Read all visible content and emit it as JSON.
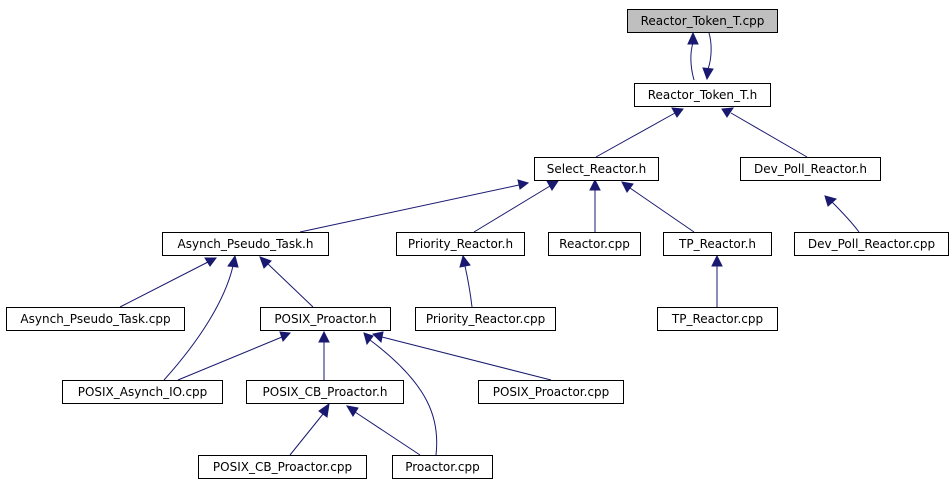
{
  "diagram": {
    "colors": {
      "edge": "#191970",
      "node_border": "#000000",
      "node_fill": "#ffffff",
      "root_fill": "#bfbfbf",
      "text": "#000000"
    },
    "nodes": [
      {
        "id": "reactor_token_t_cpp",
        "label": "Reactor_Token_T.cpp",
        "root": true
      },
      {
        "id": "reactor_token_t_h",
        "label": "Reactor_Token_T.h"
      },
      {
        "id": "select_reactor_h",
        "label": "Select_Reactor.h"
      },
      {
        "id": "dev_poll_reactor_h",
        "label": "Dev_Poll_Reactor.h"
      },
      {
        "id": "asynch_pseudo_task_h",
        "label": "Asynch_Pseudo_Task.h"
      },
      {
        "id": "priority_reactor_h",
        "label": "Priority_Reactor.h"
      },
      {
        "id": "reactor_cpp",
        "label": "Reactor.cpp"
      },
      {
        "id": "tp_reactor_h",
        "label": "TP_Reactor.h"
      },
      {
        "id": "dev_poll_reactor_cpp",
        "label": "Dev_Poll_Reactor.cpp"
      },
      {
        "id": "asynch_pseudo_task_cpp",
        "label": "Asynch_Pseudo_Task.cpp"
      },
      {
        "id": "posix_proactor_h",
        "label": "POSIX_Proactor.h"
      },
      {
        "id": "priority_reactor_cpp",
        "label": "Priority_Reactor.cpp"
      },
      {
        "id": "tp_reactor_cpp",
        "label": "TP_Reactor.cpp"
      },
      {
        "id": "posix_asynch_io_cpp",
        "label": "POSIX_Asynch_IO.cpp"
      },
      {
        "id": "posix_cb_proactor_h",
        "label": "POSIX_CB_Proactor.h"
      },
      {
        "id": "posix_proactor_cpp",
        "label": "POSIX_Proactor.cpp"
      },
      {
        "id": "posix_cb_proactor_cpp",
        "label": "POSIX_CB_Proactor.cpp"
      },
      {
        "id": "proactor_cpp",
        "label": "Proactor.cpp"
      }
    ],
    "edges": [
      {
        "from": "reactor_token_t_h",
        "to": "reactor_token_t_cpp"
      },
      {
        "from": "reactor_token_t_cpp",
        "to": "reactor_token_t_h"
      },
      {
        "from": "select_reactor_h",
        "to": "reactor_token_t_h"
      },
      {
        "from": "dev_poll_reactor_h",
        "to": "reactor_token_t_h"
      },
      {
        "from": "asynch_pseudo_task_h",
        "to": "select_reactor_h"
      },
      {
        "from": "priority_reactor_h",
        "to": "select_reactor_h"
      },
      {
        "from": "reactor_cpp",
        "to": "select_reactor_h"
      },
      {
        "from": "tp_reactor_h",
        "to": "select_reactor_h"
      },
      {
        "from": "dev_poll_reactor_cpp",
        "to": "dev_poll_reactor_h"
      },
      {
        "from": "asynch_pseudo_task_cpp",
        "to": "asynch_pseudo_task_h"
      },
      {
        "from": "posix_asynch_io_cpp",
        "to": "asynch_pseudo_task_h"
      },
      {
        "from": "posix_proactor_h",
        "to": "asynch_pseudo_task_h"
      },
      {
        "from": "priority_reactor_cpp",
        "to": "priority_reactor_h"
      },
      {
        "from": "tp_reactor_cpp",
        "to": "tp_reactor_h"
      },
      {
        "from": "posix_asynch_io_cpp",
        "to": "posix_proactor_h"
      },
      {
        "from": "posix_cb_proactor_h",
        "to": "posix_proactor_h"
      },
      {
        "from": "posix_proactor_cpp",
        "to": "posix_proactor_h"
      },
      {
        "from": "proactor_cpp",
        "to": "posix_proactor_h"
      },
      {
        "from": "posix_cb_proactor_cpp",
        "to": "posix_cb_proactor_h"
      },
      {
        "from": "proactor_cpp",
        "to": "posix_cb_proactor_h"
      }
    ]
  }
}
